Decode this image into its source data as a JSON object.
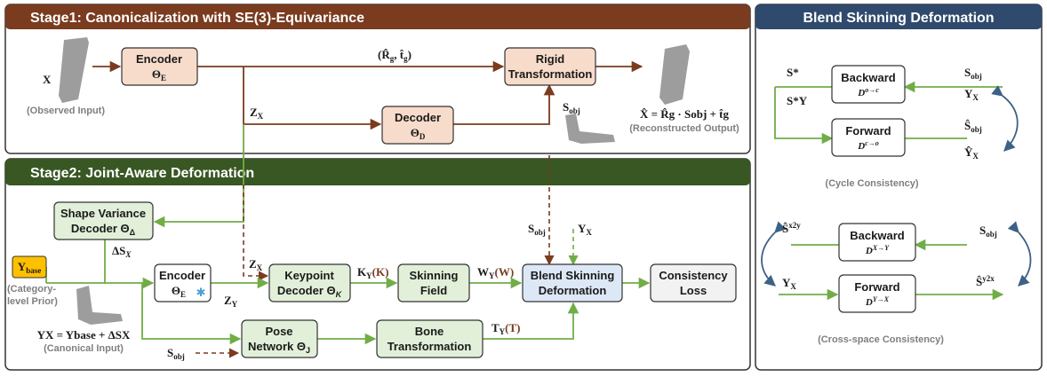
{
  "stage1": {
    "title": "Stage1: Canonicalization with SE(3)-Equivariance",
    "input_symbol": "X",
    "input_caption": "(Observed Input)",
    "encoder_title": "Encoder",
    "encoder_param": "Θ",
    "encoder_param_sub": "E",
    "rotation_label": "(R̂",
    "rotation_sub": "g",
    "translation_label": ", t̂",
    "translation_sub": "g",
    "rotation_close": ")",
    "rigid_line1": "Rigid",
    "rigid_line2": "Transformation",
    "latent": "Z",
    "latent_sub": "X",
    "decoder_title": "Decoder",
    "decoder_param": "Θ",
    "decoder_param_sub": "D",
    "sobj": "S",
    "sobj_sub": "obj",
    "output_equation": "X̂ = R̂g · Sobj + t̂g",
    "output_caption": "(Reconstructed Output)"
  },
  "stage2": {
    "title": "Stage2: Joint-Aware Deformation",
    "shape_var_line1": "Shape Variance",
    "shape_var_line2": "Decoder Θ",
    "shape_var_sub": "Δ",
    "delta_s": "ΔS",
    "delta_s_sub": "X",
    "ybase": "Y",
    "ybase_sub": "base",
    "ybase_caption1": "(Category-",
    "ybase_caption2": "level Prior)",
    "encoder_title": "Encoder",
    "encoder_param": "Θ",
    "encoder_param_sub": "E",
    "encoder_frozen": "✱",
    "zx": "Z",
    "zx_sub": "X",
    "zy": "Z",
    "zy_sub": "Y",
    "keypoint_line1": "Keypoint",
    "keypoint_line2": "Decoder Θ",
    "keypoint_sub": "K",
    "ky": "K",
    "ky_sub": "Y",
    "ky_paren": "(K)",
    "skinning_line1": "Skinning",
    "skinning_line2": "Field",
    "wy": "W",
    "wy_sub": "Y",
    "wy_paren": "(W)",
    "blend_line1": "Blend Skinning",
    "blend_line2": "Deformation",
    "sobj": "S",
    "sobj_sub": "obj",
    "yx": "Y",
    "yx_sub": "X",
    "consistency_line1": "Consistency",
    "consistency_line2": "Loss",
    "pose_line1": "Pose",
    "pose_line2": "Network Θ",
    "pose_sub": "J",
    "bone_line1": "Bone",
    "bone_line2": "Transformation",
    "ty": "T",
    "ty_sub": "Y",
    "ty_paren": "(T)",
    "canonical_equation": "YX = Ybase + ΔSX",
    "canonical_caption": "(Canonical Input)",
    "sobj_bottom": "S",
    "sobj_bottom_sub": "obj"
  },
  "blend_panel": {
    "title": "Blend Skinning Deformation",
    "cycle": {
      "s_star": "S*",
      "s_star_y": "S*Y",
      "backward_title": "Backward",
      "backward_op": "D",
      "backward_sup": "o→c",
      "forward_title": "Forward",
      "forward_op": "D",
      "forward_sup": "c→o",
      "sobj": "S",
      "sobj_sub": "obj",
      "yx": "Y",
      "yx_sub": "X",
      "sobj_hat": "Ŝ",
      "sobj_hat_sub": "obj",
      "yx_hat": "Ŷ",
      "yx_hat_sub": "X",
      "caption": "(Cycle Consistency)"
    },
    "cross": {
      "s_x2y": "Ŝ",
      "s_x2y_sup": "x2y",
      "yx": "Y",
      "yx_sub": "X",
      "backward_title": "Backward",
      "backward_op": "D",
      "backward_sup": "X→Y",
      "forward_title": "Forward",
      "forward_op": "D",
      "forward_sup": "Y→X",
      "sobj": "S",
      "sobj_sub": "obj",
      "s_y2x": "Ŝ",
      "s_y2x_sup": "y2x",
      "caption": "(Cross-space Consistency)"
    }
  },
  "colors": {
    "stage1_header": "#7a3b1f",
    "stage2_header": "#385723",
    "blend_header": "#2f4a6d",
    "brown_line": "#7a3b1f",
    "green_line": "#70ad47",
    "encoder_fill": "#f8dccb",
    "green_fill": "#e2f0d9",
    "blue_fill": "#dde8f6",
    "gray_fill": "#f2f2f2",
    "ybase_fill": "#ffc000",
    "arc_blue": "#3d6187"
  }
}
